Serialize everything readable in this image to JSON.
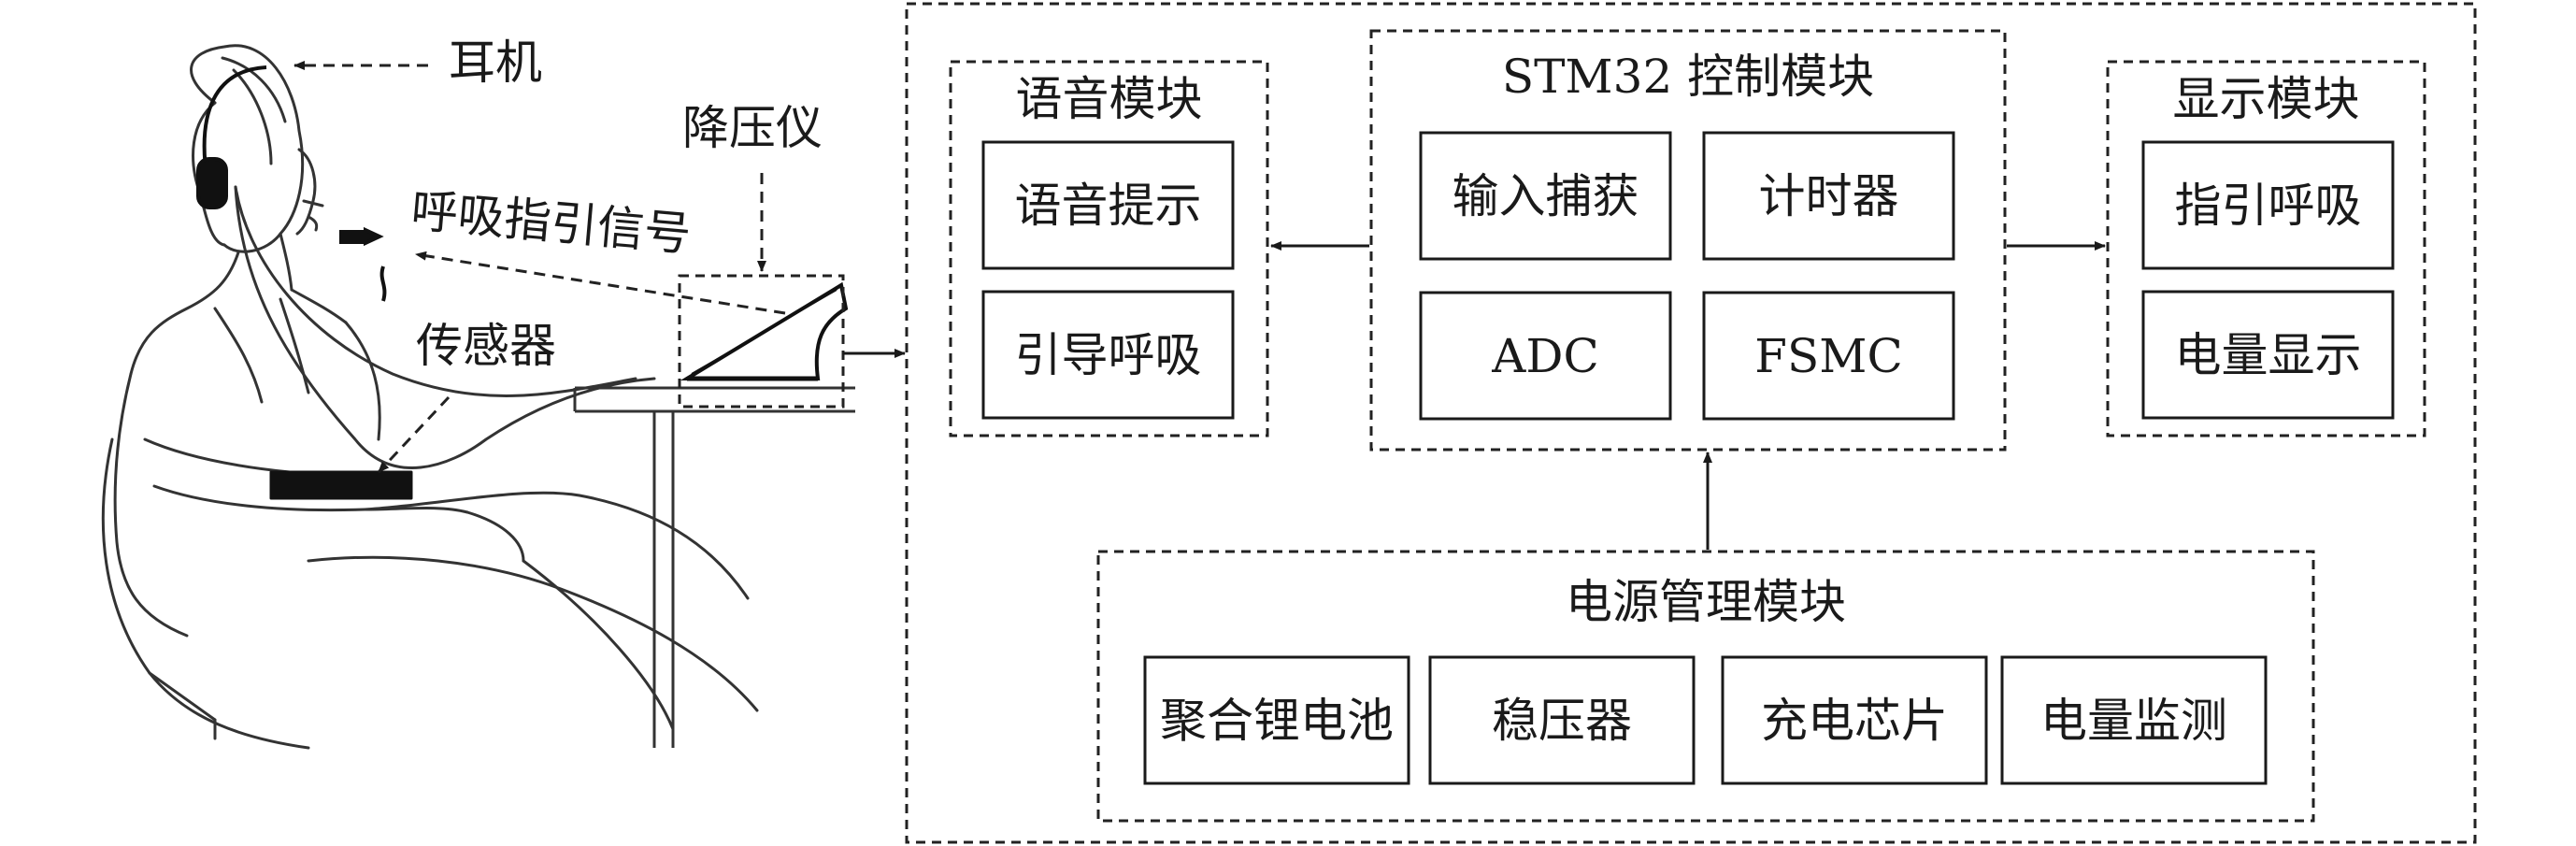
{
  "illustration": {
    "headphone_label": "耳机",
    "depressurizer_label": "降压仪",
    "signal_label": "呼吸指引信号",
    "sensor_label": "传感器"
  },
  "voice_module": {
    "title": "语音模块",
    "items": [
      "语音提示",
      "引导呼吸"
    ]
  },
  "control_module": {
    "title": "STM32 控制模块",
    "items": [
      "输入捕获",
      "计时器",
      "ADC",
      "FSMC"
    ]
  },
  "display_module": {
    "title": "显示模块",
    "items": [
      "指引呼吸",
      "电量显示"
    ]
  },
  "power_module": {
    "title": "电源管理模块",
    "items": [
      "聚合锂电池",
      "稳压器",
      "充电芯片",
      "电量监测"
    ]
  },
  "colors": {
    "line": "#1a1a1a",
    "background": "#ffffff"
  }
}
